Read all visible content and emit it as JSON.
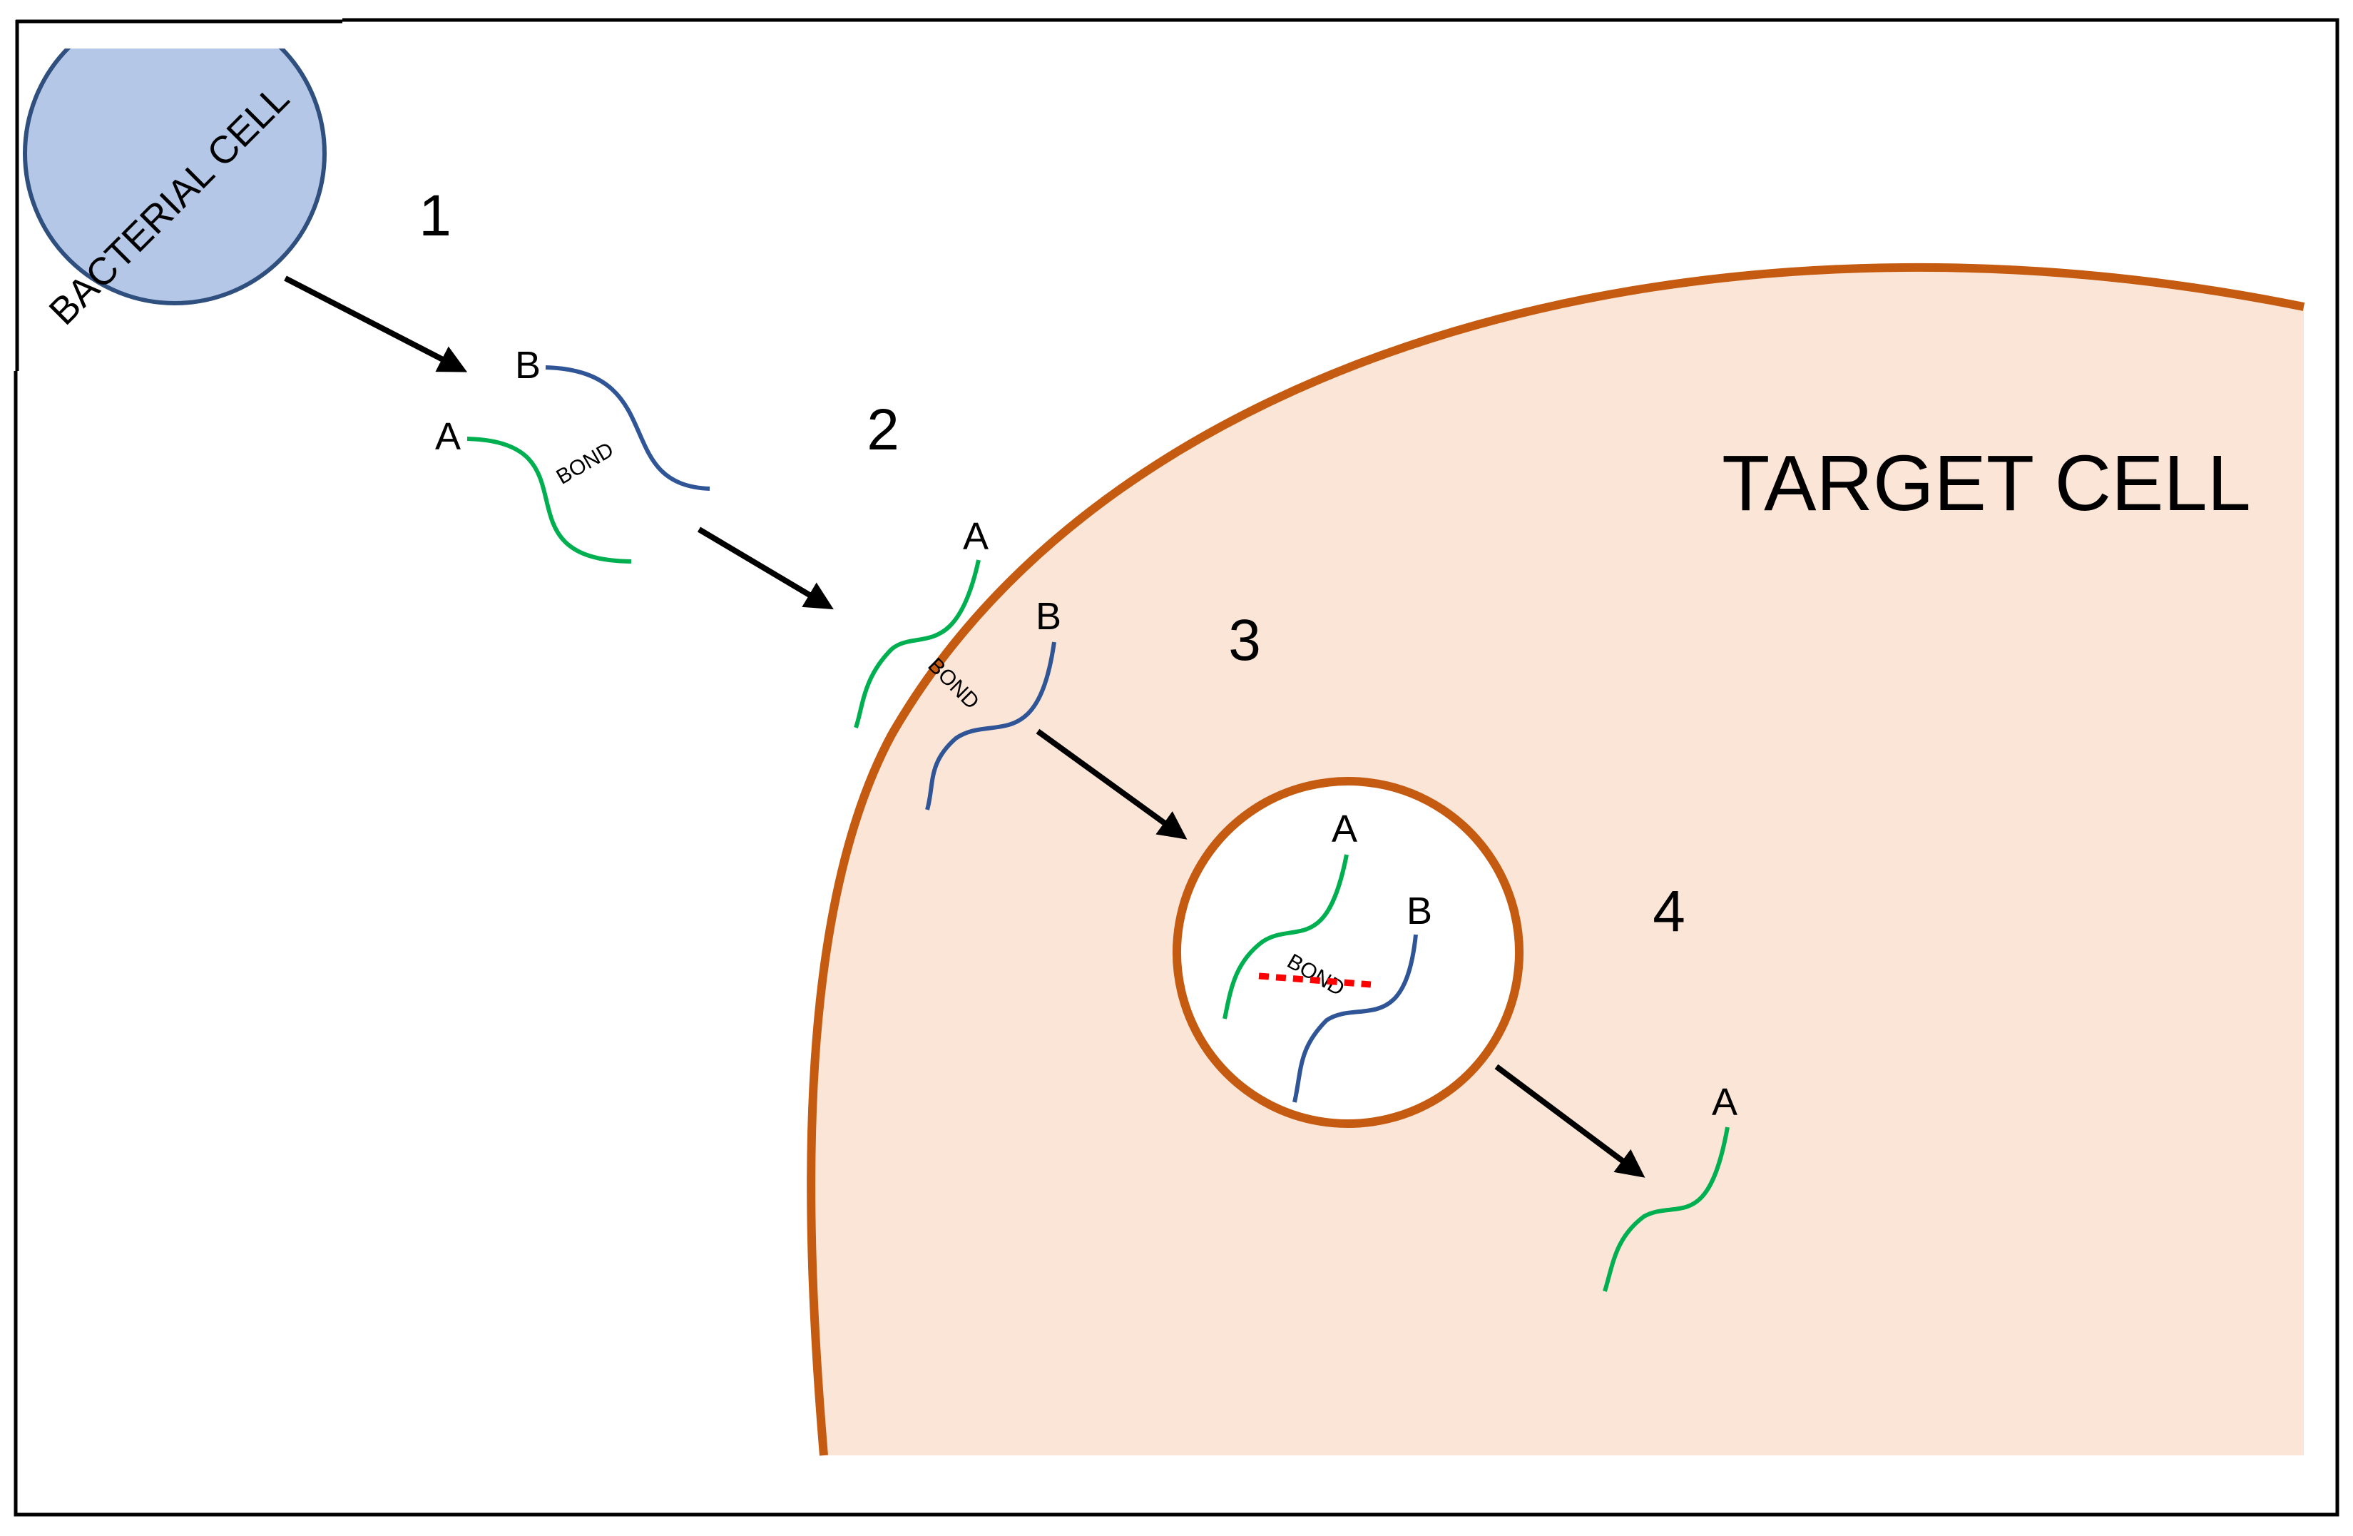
{
  "cells": {
    "bacterial": {
      "label": "BACTERIAL CELL"
    },
    "target": {
      "label": "TARGET CELL"
    }
  },
  "steps": [
    "1",
    "2",
    "3",
    "4"
  ],
  "strands": {
    "a": "A",
    "b": "B"
  },
  "bond_label": "BOND",
  "colors": {
    "bacterial_fill": "#b4c7e7",
    "bacterial_stroke": "#2f4f7f",
    "target_fill": "#fbe5d6",
    "target_stroke": "#c55a11",
    "strand_a": "#00b050",
    "strand_b": "#2f5597",
    "cleavage": "#ff0000",
    "arrow": "#000000"
  }
}
